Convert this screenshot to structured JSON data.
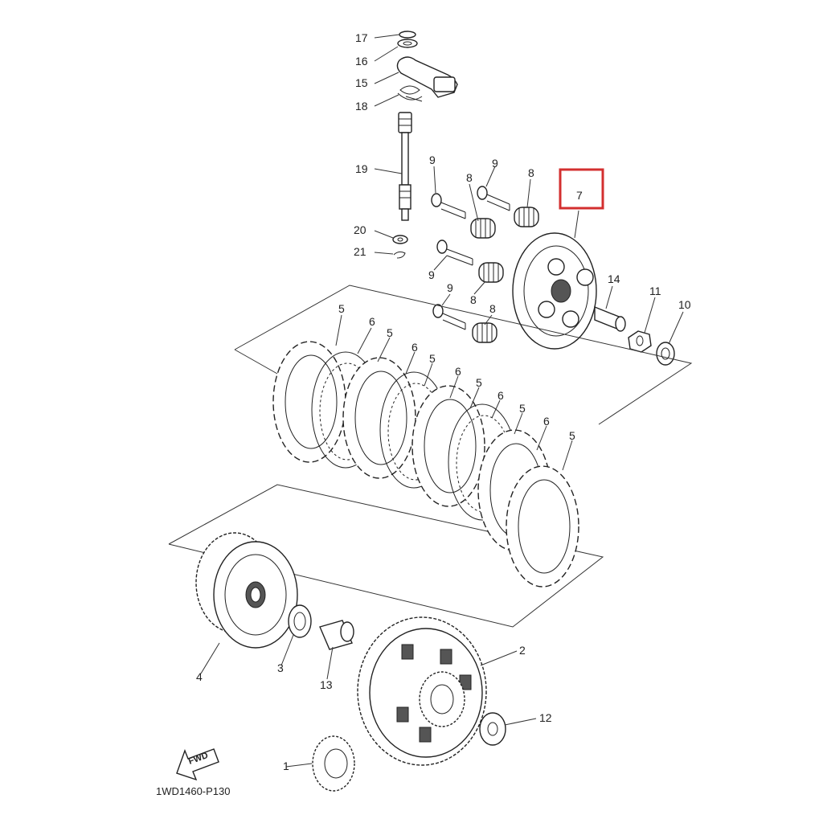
{
  "diagram": {
    "code": "1WD1460-P130",
    "fwd_label": "FWD",
    "highlight_color": "#d32f2f",
    "highlighted_part": "7",
    "callouts": [
      "1",
      "2",
      "3",
      "4",
      "5",
      "6",
      "7",
      "8",
      "9",
      "10",
      "11",
      "12",
      "13",
      "14",
      "15",
      "16",
      "17",
      "18",
      "19",
      "20",
      "21"
    ]
  }
}
